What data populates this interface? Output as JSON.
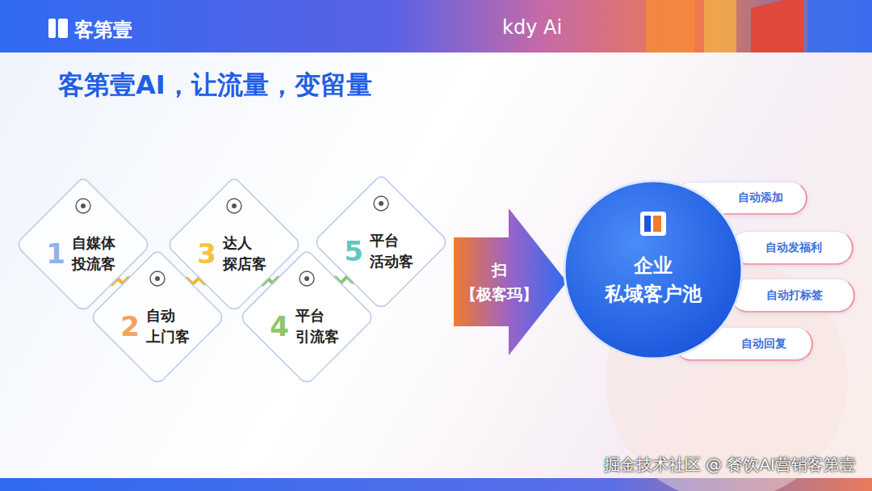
{
  "diagram": {
    "title": "客第壹AI，让流量，变留量",
    "nodes": [
      {
        "text": [
          "1",
          "自媒体 投流客"
        ]
      },
      {
        "text": [
          "2",
          "自动 上门客"
        ]
      },
      {
        "text": [
          "3",
          "达人 探店客"
        ]
      },
      {
        "text": [
          "4",
          "平台 引流客"
        ]
      },
      {
        "text": [
          "5",
          "平台 活动客"
        ]
      },
      {
        "text": [
          "扫 【极客玛】"
        ]
      },
      {
        "text": [
          "企业 私域客户池"
        ]
      },
      {
        "text": [
          "自动添加"
        ]
      },
      {
        "text": [
          "自动发福利"
        ]
      },
      {
        "text": [
          "自动打标签"
        ]
      },
      {
        "text": [
          "自动回复"
        ]
      }
    ],
    "edges": [
      {
        "from": 0,
        "to": 1,
        "arrow": "none"
      },
      {
        "from": 1,
        "to": 2,
        "arrow": "none"
      },
      {
        "from": 2,
        "to": 3,
        "arrow": "none"
      },
      {
        "from": 3,
        "to": 4,
        "arrow": "none"
      }
    ],
    "labels": [
      "客第壹",
      "kdy Ai",
      "掘金技术社区 @ 餐饮AI营销客第壹"
    ]
  }
}
